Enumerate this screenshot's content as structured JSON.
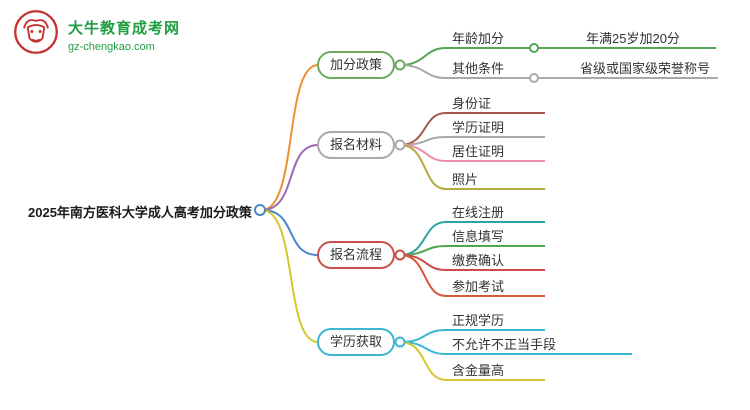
{
  "logo": {
    "site_name": "大牛教育成考网",
    "site_url": "gz-chengkao.com",
    "text_color": "#1f9d3f",
    "icon_color": "#c53030"
  },
  "mindmap": {
    "root": {
      "label": "2025年南方医科大学成人高考加分政策",
      "circle_color": "#4a86c8"
    },
    "branches": [
      {
        "label": "加分政策",
        "line_color": "#ee8f33",
        "node_color": "#6aab5e",
        "children": [
          {
            "label": "年龄加分",
            "color": "#55a555",
            "children": [
              {
                "label": "年满25岁加20分",
                "color": "#55a555"
              }
            ]
          },
          {
            "label": "其他条件",
            "color": "#a9a9a9",
            "children": [
              {
                "label": "省级或国家级荣誉称号",
                "color": "#a9a9a9"
              }
            ]
          }
        ]
      },
      {
        "label": "报名材料",
        "line_color": "#9a6bb4",
        "node_color": "#a9a9a9",
        "children": [
          {
            "label": "身份证",
            "color": "#a65a4d"
          },
          {
            "label": "学历证明",
            "color": "#a9a9a9"
          },
          {
            "label": "居住证明",
            "color": "#e98cb4"
          },
          {
            "label": "照片",
            "color": "#b3ab3e"
          }
        ]
      },
      {
        "label": "报名流程",
        "line_color": "#4a86c8",
        "node_color": "#c9524a",
        "children": [
          {
            "label": "在线注册",
            "color": "#2fa3a3"
          },
          {
            "label": "信息填写",
            "color": "#4fa84f"
          },
          {
            "label": "缴费确认",
            "color": "#cf4b4b"
          },
          {
            "label": "参加考试",
            "color": "#d8553b"
          }
        ]
      },
      {
        "label": "学历获取",
        "line_color": "#d6c62f",
        "node_color": "#3bb7d4",
        "children": [
          {
            "label": "正规学历",
            "color": "#3bb7d4"
          },
          {
            "label": "不允许不正当手段",
            "color": "#3bb7d4"
          },
          {
            "label": "含金量高",
            "color": "#d6c62f"
          }
        ]
      }
    ]
  }
}
